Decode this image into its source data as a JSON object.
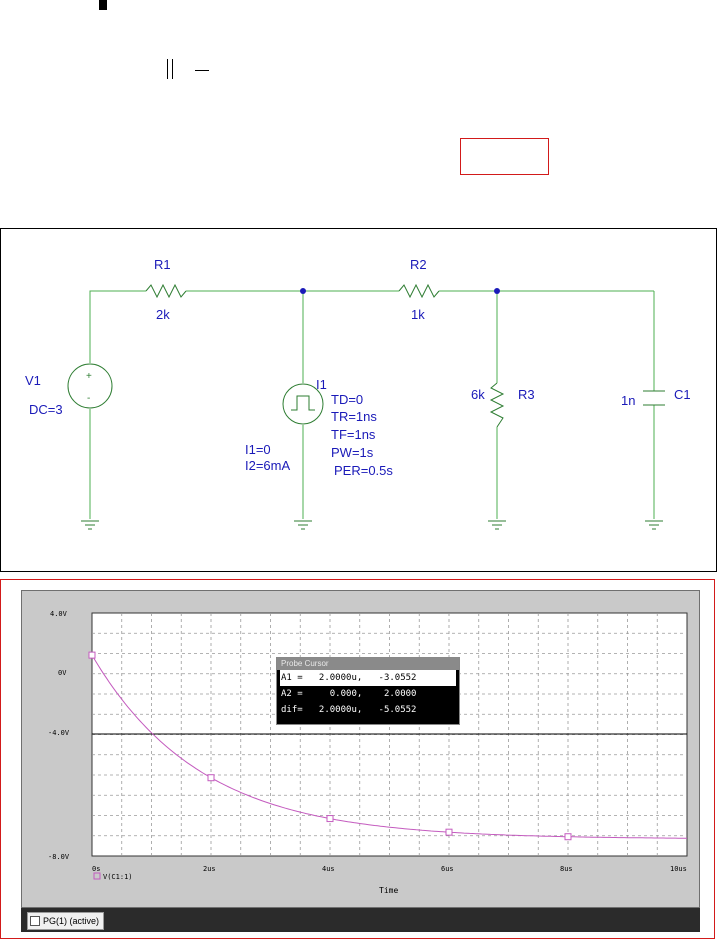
{
  "schematic": {
    "labels": {
      "r1": "R1",
      "r1_value": "2k",
      "r2": "R2",
      "r2_value": "1k",
      "v1": "V1",
      "v1_value": "DC=3",
      "i1": "I1",
      "i1_td": "TD=0",
      "i1_tr": "TR=1ns",
      "i1_tf": "TF=1ns",
      "i1_pw": "PW=1s",
      "i1_per": "PER=0.5s",
      "i1_i1": "I1=0",
      "i1_i2": "I2=6mA",
      "r3": "R3",
      "r3_value": "6k",
      "c1": "C1",
      "c1_value": "1n"
    },
    "wire_color": "#4caf50"
  },
  "probe": {
    "y_ticks": [
      "4.0V",
      "0V",
      "-4.0V",
      "-8.0V"
    ],
    "x_ticks": [
      "0s",
      "2us",
      "4us",
      "6us",
      "8us",
      "10us"
    ],
    "xlabel": "Time",
    "legend_trace": "V(C1:1)",
    "trace_color": "#c45bbf",
    "cursor": {
      "title": "Probe Cursor",
      "a1": "A1 =   2.0000u,   -3.0552",
      "a2": "A2 =     0.000,    2.0000",
      "dif": "dif=   2.0000u,   -5.0552"
    },
    "tab_label": "PG(1) (active)"
  }
}
